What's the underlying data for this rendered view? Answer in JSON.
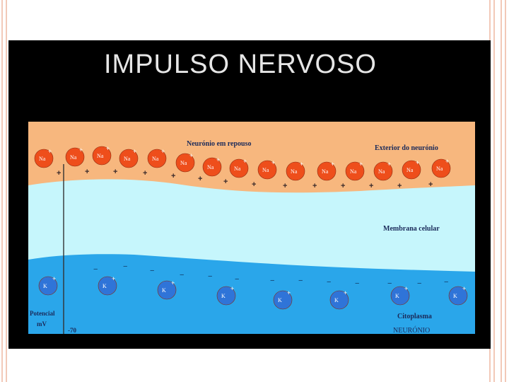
{
  "slide": {
    "title": "IMPULSO NERVOSO"
  },
  "diagram": {
    "label_resting": "Neurónio em repouso",
    "label_exterior": "Exterior do neurónio",
    "label_membrane": "Membrana celular",
    "label_cytoplasm": "Citoplasma",
    "label_neuron": "NEURÓNIO",
    "label_potential_1": "Potencial",
    "label_potential_2": "mV",
    "label_potential_value": "-70",
    "na_ion_label": "Na",
    "k_ion_label": "K",
    "charge_plus": "+",
    "charge_minus": "−",
    "colors": {
      "exterior": "#f7b77e",
      "membrane": "#c6f6fc",
      "cytoplasm": "#2aa6ea",
      "na_ion": "#ee4e1b",
      "k_ion": "#2f74d8",
      "dark_text": "#1a2a5a"
    }
  }
}
